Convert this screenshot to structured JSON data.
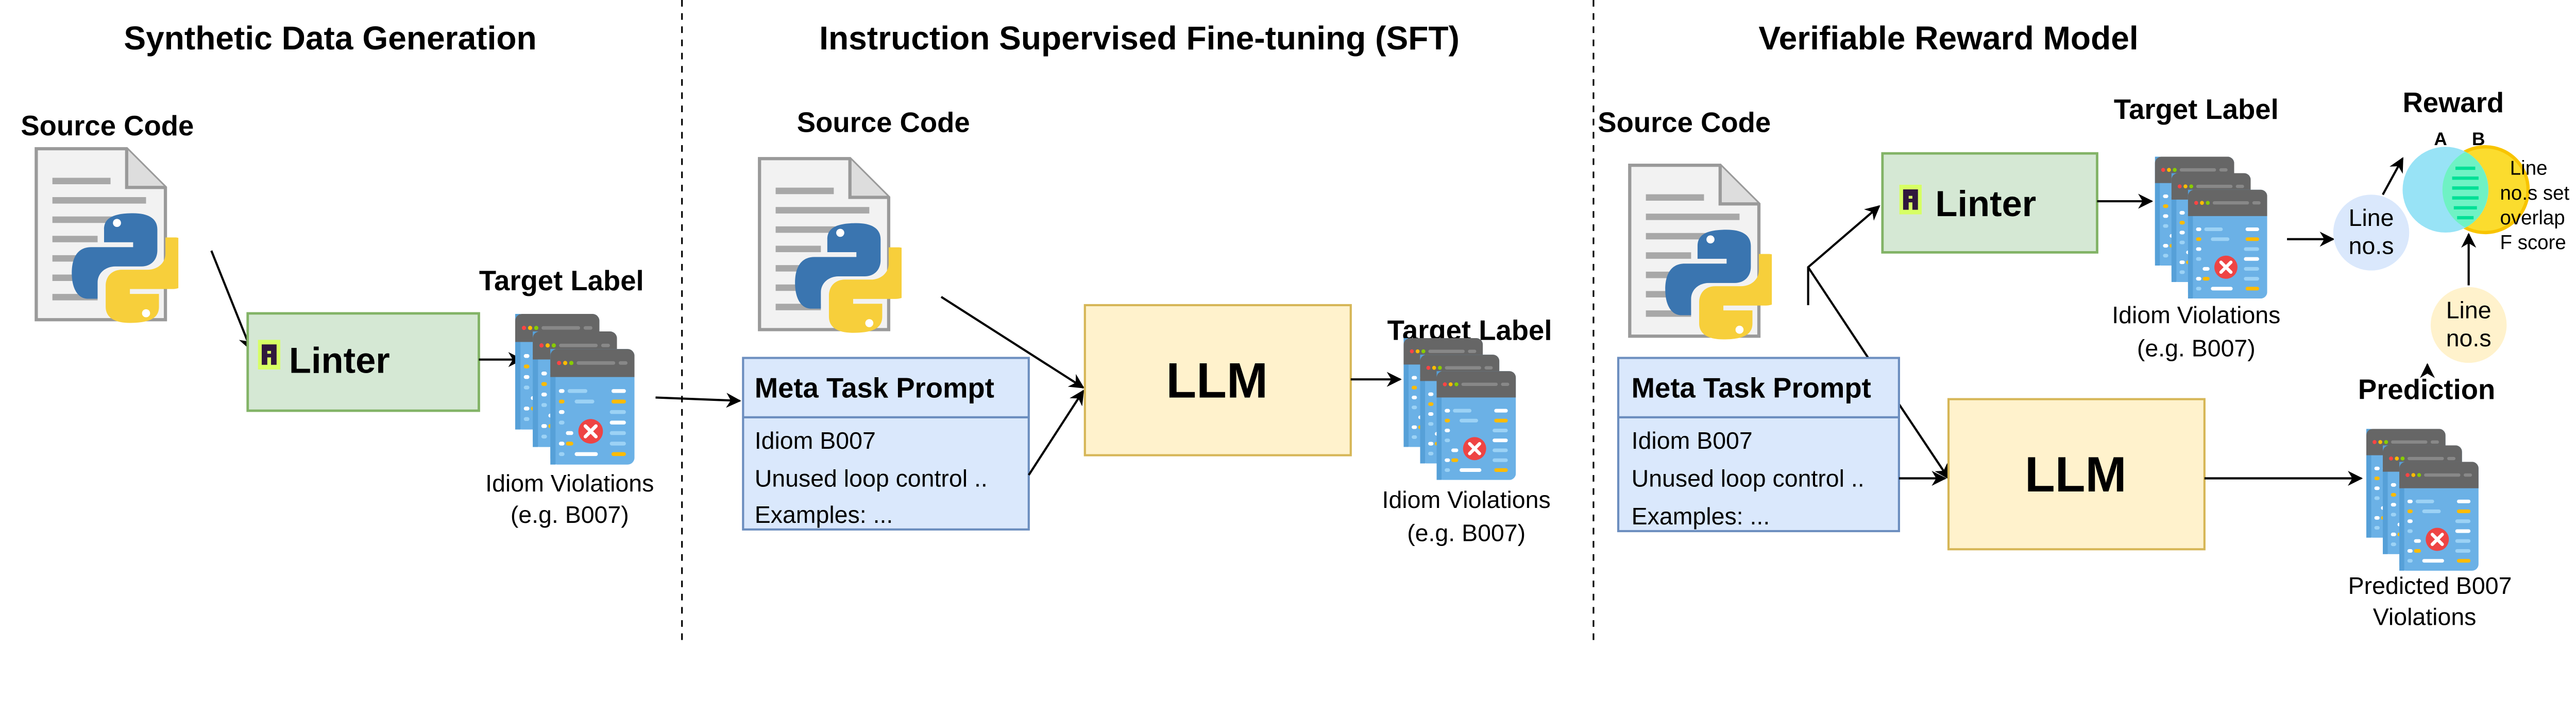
{
  "sections": [
    {
      "title": "Synthetic Data Generation"
    },
    {
      "title": "Instruction Supervised Fine-tuning (SFT)"
    },
    {
      "title": "Verifiable Reward Model"
    }
  ],
  "source_code_label": "Source Code",
  "linter_label": "Linter",
  "target_label": "Target Label",
  "idiom_violations": "Idiom Violations",
  "example_code": "(e.g. B007)",
  "llm_label": "LLM",
  "meta_prompt": {
    "header": "Meta Task Prompt",
    "lines": [
      "Idiom B007",
      "Unused loop control ..",
      "Examples: ..."
    ]
  },
  "reward": {
    "title": "Reward",
    "set_a": "A",
    "set_b": "B",
    "line_nos": [
      "Line",
      "no.s"
    ],
    "description": [
      "Line",
      "no.s set",
      "overlap",
      "F score"
    ]
  },
  "prediction": {
    "title": "Prediction",
    "caption": [
      "Predicted B007",
      "Violations"
    ]
  },
  "colors": {
    "linter_fill": "#d5e8d4",
    "linter_stroke": "#82b366",
    "llm_fill": "#fff2cc",
    "llm_stroke": "#d6b656",
    "prompt_fill": "#dae8fc",
    "prompt_stroke": "#6c8ebf",
    "venn_a": "#98e3f6",
    "venn_b": "#fbdc2e",
    "venn_overlap": "#6ff2c4"
  },
  "icons": [
    "python-source-file-icon",
    "ruff-linter-logo-icon",
    "code-error-windows-icon",
    "venn-diagram-icon"
  ]
}
